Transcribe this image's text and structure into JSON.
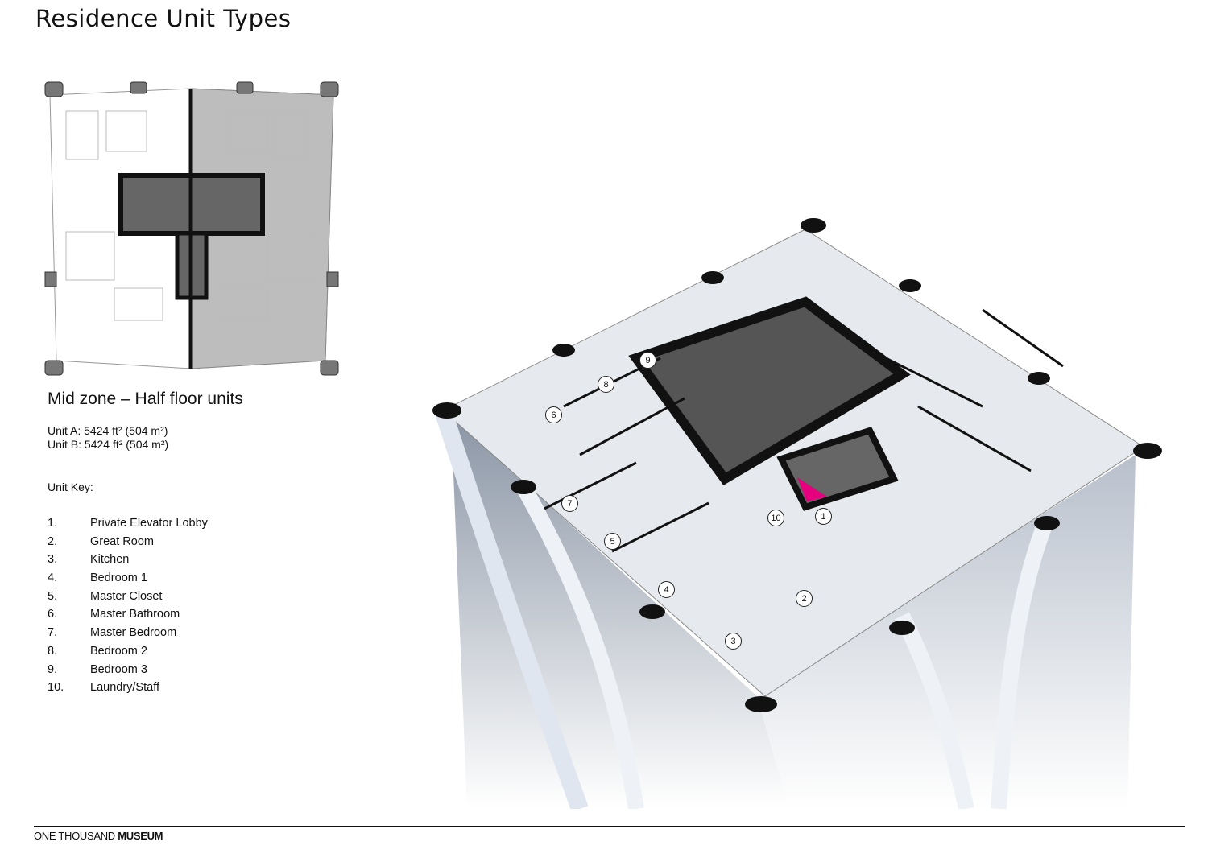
{
  "page": {
    "title": "Residence Unit Types"
  },
  "section": {
    "subtitle": "Mid zone – Half floor units",
    "unit_a": "Unit A: 5424 ft² (504 m²)",
    "unit_b": "Unit B: 5424 ft² (504 m²)",
    "key_label": "Unit Key:"
  },
  "unit_key": [
    {
      "num": "1.",
      "label": "Private Elevator Lobby"
    },
    {
      "num": "2.",
      "label": "Great Room"
    },
    {
      "num": "3.",
      "label": "Kitchen"
    },
    {
      "num": "4.",
      "label": "Bedroom 1"
    },
    {
      "num": "5.",
      "label": "Master Closet"
    },
    {
      "num": "6.",
      "label": "Master Bathroom"
    },
    {
      "num": "7.",
      "label": "Master Bedroom"
    },
    {
      "num": "8.",
      "label": "Bedroom 2"
    },
    {
      "num": "9.",
      "label": "Bedroom 3"
    },
    {
      "num": "10.",
      "label": "Laundry/Staff"
    }
  ],
  "markers": [
    "1",
    "2",
    "3",
    "4",
    "5",
    "6",
    "7",
    "8",
    "9",
    "10"
  ],
  "footer": {
    "brand_light": "ONE THOUSAND",
    "brand_bold": "MUSEUM"
  },
  "colors": {
    "highlight": "#e6007e",
    "core": "#111111",
    "unit_b_fill": "#bdbdbd"
  }
}
